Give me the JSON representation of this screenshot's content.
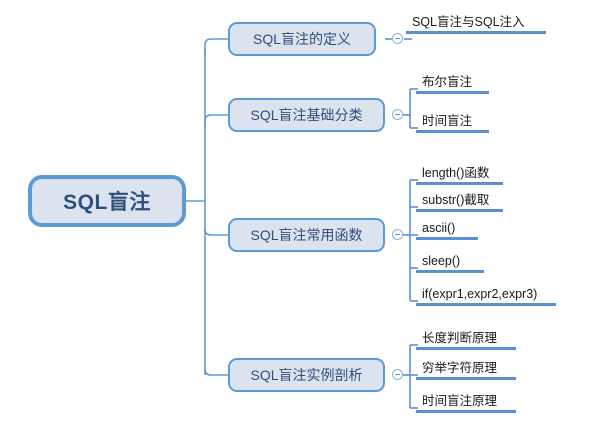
{
  "diagram": {
    "type": "mind-map",
    "title": "SQL盲注",
    "colors": {
      "node_border": "#5B9BD5",
      "node_fill": "#DCE3EF",
      "node_text": "#2E4E7E",
      "underline": "#5B8FD4",
      "connector": "#5B9BD5",
      "leaf_text": "#1a1a1a",
      "background": "#FFFFFF"
    }
  },
  "root": {
    "label": "SQL盲注"
  },
  "branches": [
    {
      "label": "SQL盲注的定义",
      "toggle_icon": "collapse-minus-icon",
      "children": [
        {
          "label": "SQL盲注与SQL注入"
        }
      ]
    },
    {
      "label": "SQL盲注基础分类",
      "toggle_icon": "collapse-minus-icon",
      "children": [
        {
          "label": "布尔盲注"
        },
        {
          "label": "时间盲注"
        }
      ]
    },
    {
      "label": "SQL盲注常用函数",
      "toggle_icon": "collapse-minus-icon",
      "children": [
        {
          "label": "length()函数"
        },
        {
          "label": "substr()截取"
        },
        {
          "label": "ascii()"
        },
        {
          "label": "sleep()"
        },
        {
          "label": "if(expr1,expr2,expr3)"
        }
      ]
    },
    {
      "label": "SQL盲注实例剖析",
      "toggle_icon": "collapse-minus-icon",
      "children": [
        {
          "label": "长度判断原理"
        },
        {
          "label": "穷举字符原理"
        },
        {
          "label": "时间盲注原理"
        }
      ]
    }
  ]
}
